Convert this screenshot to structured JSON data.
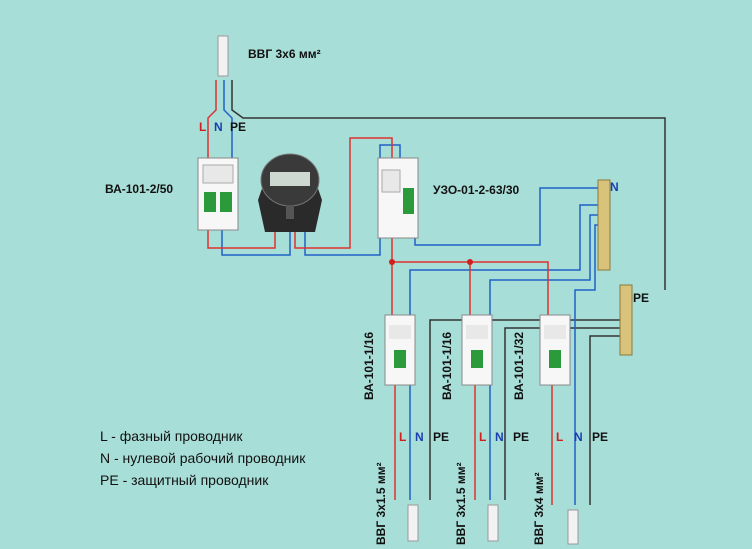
{
  "input_cable": {
    "label": "ВВГ 3х6 мм²"
  },
  "input_conductors": {
    "l": "L",
    "n": "N",
    "pe": "PE"
  },
  "main_breaker": {
    "label": "ВА-101-2/50"
  },
  "rcd": {
    "label": "УЗО-01-2-63/30"
  },
  "n_bus": {
    "label": "N"
  },
  "pe_bus": {
    "label": "PE"
  },
  "branch_breakers": [
    {
      "label": "ВА-101-1/16",
      "cable": "ВВГ 3х1.5 мм²",
      "l": "L",
      "n": "N",
      "pe": "PE"
    },
    {
      "label": "ВА-101-1/16",
      "cable": "ВВГ 3х1.5 мм²",
      "l": "L",
      "n": "N",
      "pe": "PE"
    },
    {
      "label": "ВА-101-1/32",
      "cable": "ВВГ 3х4 мм²",
      "l": "L",
      "n": "N",
      "pe": "PE"
    }
  ],
  "legend": [
    "L - фазный проводник",
    "N - нулевой рабочий проводник",
    "PE - защитный проводник"
  ],
  "colors": {
    "background": "#a8ded8",
    "phase": "#e03131",
    "neutral": "#2060c8",
    "pe": "#333333"
  }
}
